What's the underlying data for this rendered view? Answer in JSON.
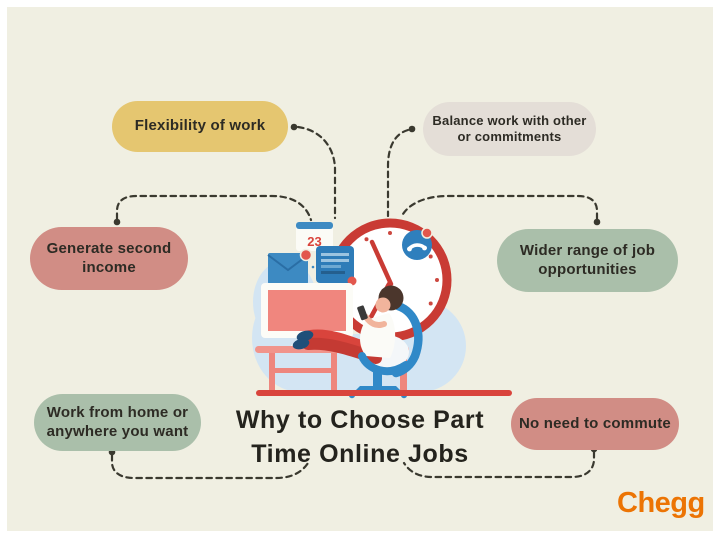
{
  "title": {
    "line1": "Why to Choose Part",
    "line2": "Time Online Jobs"
  },
  "brand": {
    "name": "Chegg"
  },
  "bubbles": {
    "flexibility": {
      "label": "Flexibility of work"
    },
    "balance": {
      "label": "Balance work with other or commitments"
    },
    "income": {
      "label": "Generate second income"
    },
    "wider": {
      "label": "Wider range of job opportunities"
    },
    "home": {
      "label": "Work from home or anywhere you want"
    },
    "commute": {
      "label": "No need to commute"
    }
  },
  "illustration": {
    "calendar_day": "23"
  },
  "palette": {
    "background": "#f0efe2",
    "frame": "#ffffff",
    "pill_yellow": "#e5c670",
    "pill_gray": "#e4ded7",
    "pill_salmon": "#d18d85",
    "pill_sage": "#aabfaa",
    "text_dark": "#2d2b24",
    "connector": "#3a392f",
    "clock_red": "#c93b34",
    "accent_red": "#d9443c",
    "icon_blue": "#2f7fbd",
    "blob_blue": "#d3e5f3",
    "brand_orange": "#ec7404"
  }
}
